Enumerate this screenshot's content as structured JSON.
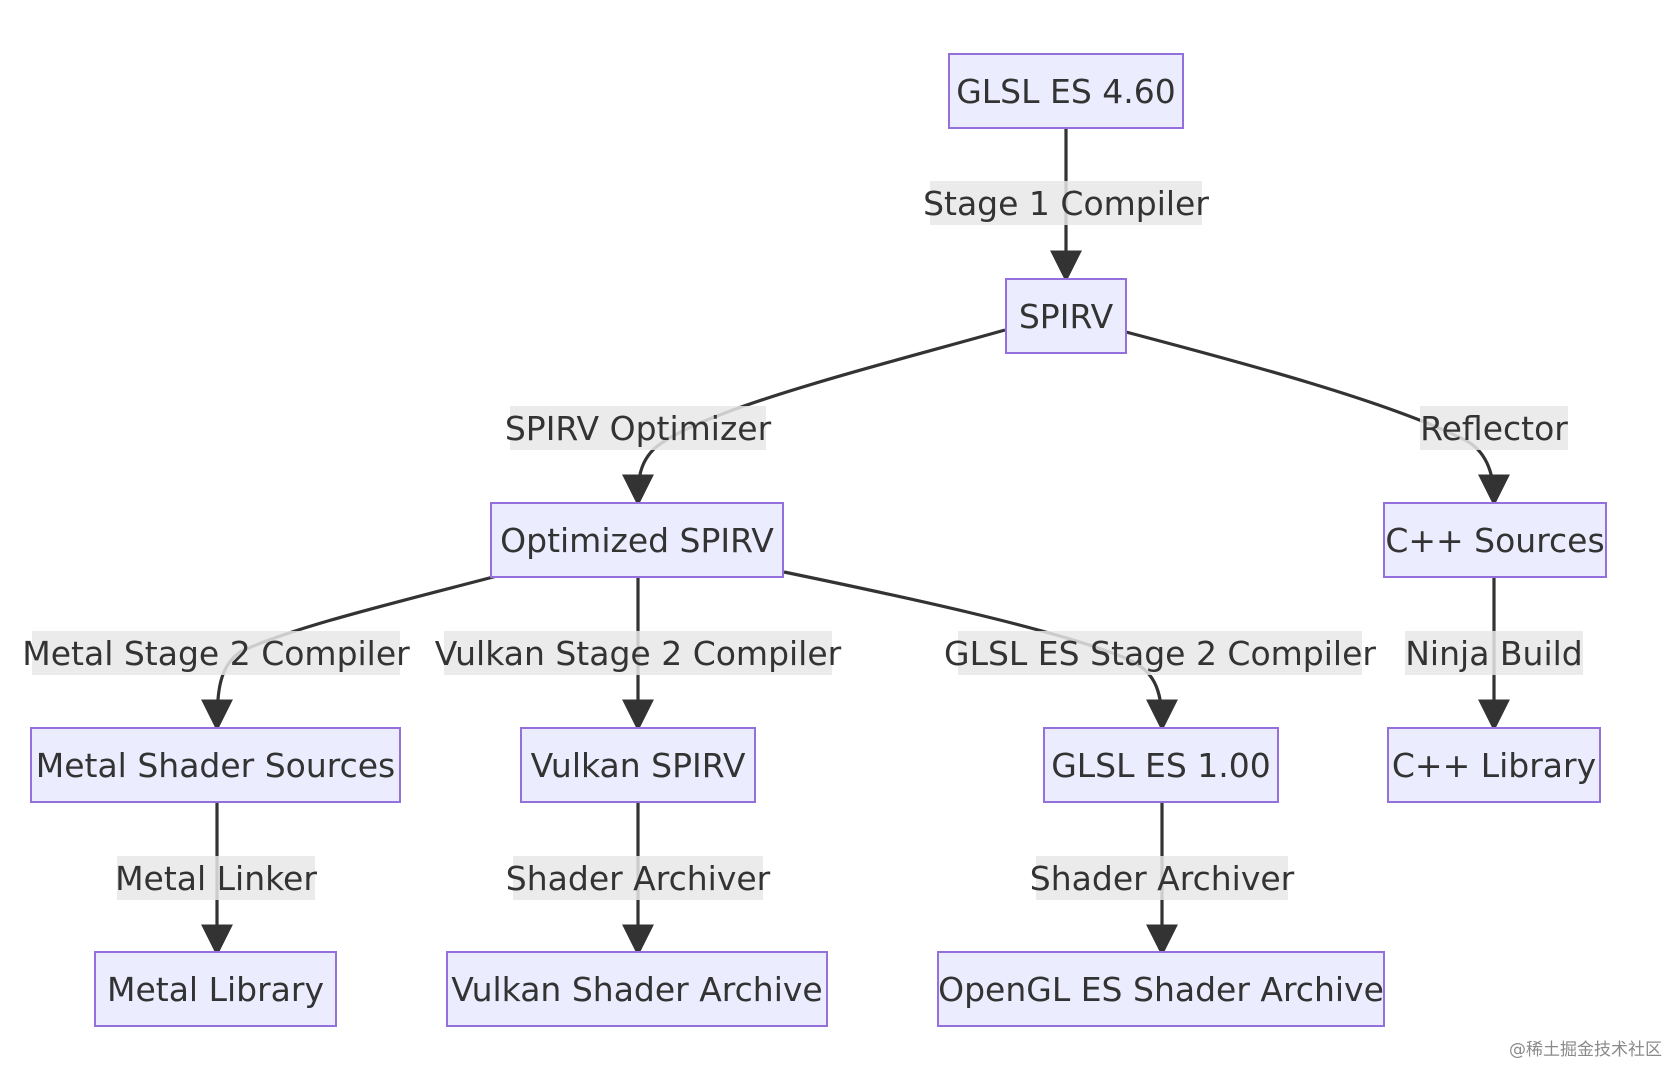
{
  "nodes": {
    "glsl_es_460": "GLSL ES 4.60",
    "spirv": "SPIRV",
    "optimized_spirv": "Optimized SPIRV",
    "cpp_sources": "C++ Sources",
    "metal_shader_sources": "Metal Shader Sources",
    "vulkan_spirv": "Vulkan SPIRV",
    "glsl_es_100": "GLSL ES 1.00",
    "cpp_library": "C++ Library",
    "metal_library": "Metal Library",
    "vulkan_shader_archive": "Vulkan Shader Archive",
    "opengl_es_shader_archive": "OpenGL ES Shader Archive"
  },
  "edges": {
    "stage1_compiler": "Stage 1 Compiler",
    "spirv_optimizer": "SPIRV Optimizer",
    "reflector": "Reflector",
    "metal_stage2_compiler": "Metal Stage 2 Compiler",
    "vulkan_stage2_compiler": "Vulkan Stage 2 Compiler",
    "glsl_es_stage2_compiler": "GLSL ES Stage 2 Compiler",
    "ninja_build": "Ninja Build",
    "metal_linker": "Metal Linker",
    "shader_archiver_vulkan": "Shader Archiver",
    "shader_archiver_gles": "Shader Archiver"
  },
  "watermark": "@稀土掘金技术社区",
  "colors": {
    "node_fill": "#ECECFF",
    "node_border": "#9370DB",
    "edge": "#333333",
    "label_bg": "#E8E8E8"
  }
}
